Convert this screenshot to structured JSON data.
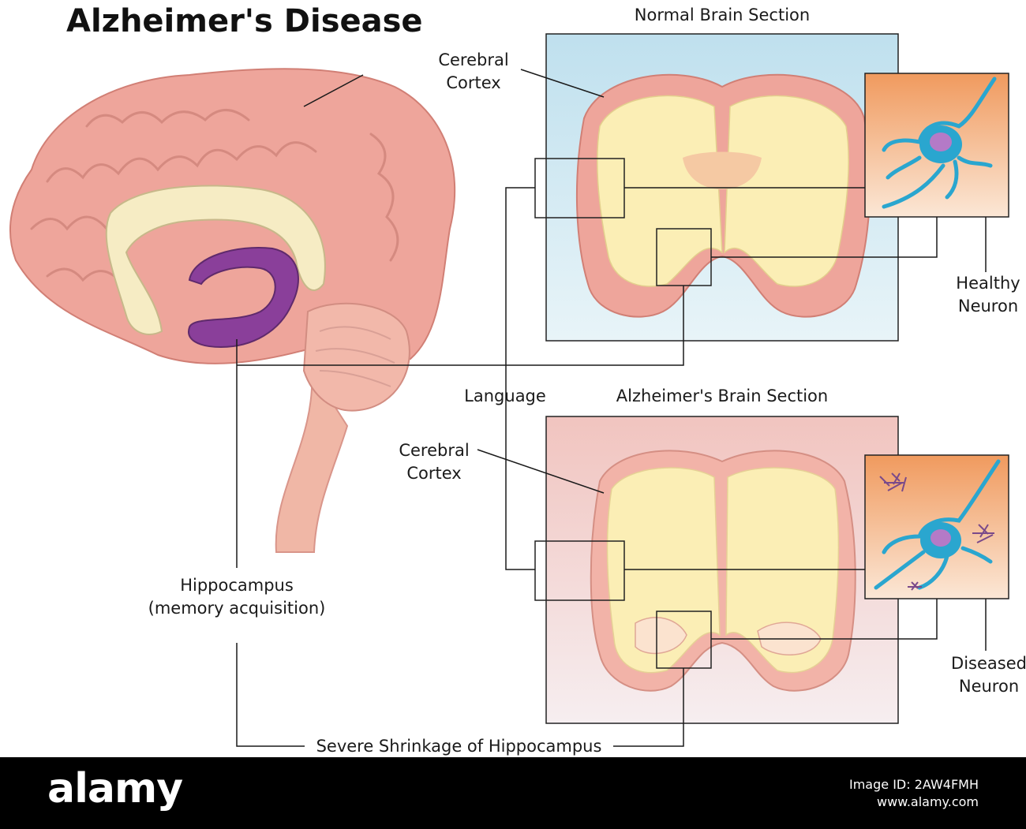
{
  "title": "Alzheimer's Disease",
  "labels": {
    "cerebral_cortex_top": [
      "Cerebral",
      "Cortex"
    ],
    "normal_section": "Normal Brain Section",
    "healthy_neuron": [
      "Healthy",
      "Neuron"
    ],
    "language": "Language",
    "alz_section": "Alzheimer's Brain Section",
    "cerebral_cortex_bottom": [
      "Cerebral",
      "Cortex"
    ],
    "hippocampus": [
      "Hippocampus",
      "(memory acquisition)"
    ],
    "diseased_neuron": [
      "Diseased",
      "Neuron"
    ],
    "shrinkage": "Severe Shrinkage of Hippocampus"
  },
  "footer": {
    "brand": "alamy",
    "image_id_label": "Image ID: 2AW4FMH",
    "site": "www.alamy.com"
  },
  "colors": {
    "brain_pink": "#eea59b",
    "brain_pink_dark": "#d97f76",
    "white_matter": "#fbeeb5",
    "hippocampus": "#8a3f9a",
    "normal_panel_bg": "#cfe8f2",
    "alz_panel_bg": "#f3cfcb",
    "neuron_bg": "#f2a56f",
    "neuron_blue": "#2aa6cf",
    "plaque": "#7a4a8a"
  }
}
